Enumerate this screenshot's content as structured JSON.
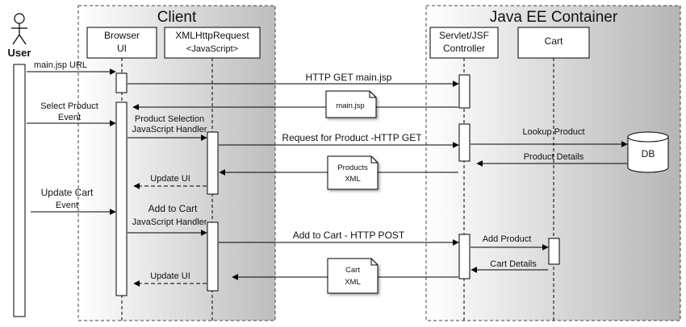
{
  "actor": {
    "label": "User"
  },
  "groups": {
    "client": "Client",
    "server": "Java EE Container"
  },
  "participants": {
    "browser": [
      "Browser",
      "UI"
    ],
    "xhr": [
      "XMLHttpRequest",
      "<JavaScript>"
    ],
    "servlet": [
      "Servlet/JSF",
      "Controller"
    ],
    "cart": "Cart",
    "db": "DB"
  },
  "messages": {
    "main_jsp_url": "main.jsp URL",
    "http_get_main": "HTTP GET main.jsp",
    "select_product_event": [
      "Select Product",
      "Event"
    ],
    "product_selection_handler": [
      "Product Selection",
      "JavaScript Handler"
    ],
    "request_for_product": "Request for Product -HTTP GET",
    "lookup_product": "Lookup Product",
    "product_details": "Product Details",
    "update_ui_1": "Update UI",
    "update_cart_event": [
      "Update Cart",
      "Event"
    ],
    "add_to_cart_handler": [
      "Add to Cart",
      "JavaScript Handler"
    ],
    "add_to_cart_post": "Add to Cart - HTTP POST",
    "add_product": "Add Product",
    "cart_details": "Cart Details",
    "update_ui_2": "Update UI"
  },
  "notes": {
    "main_jsp": "main.jsp",
    "products_xml": [
      "Products",
      "XML"
    ],
    "cart_xml": [
      "Cart",
      "XML"
    ]
  }
}
